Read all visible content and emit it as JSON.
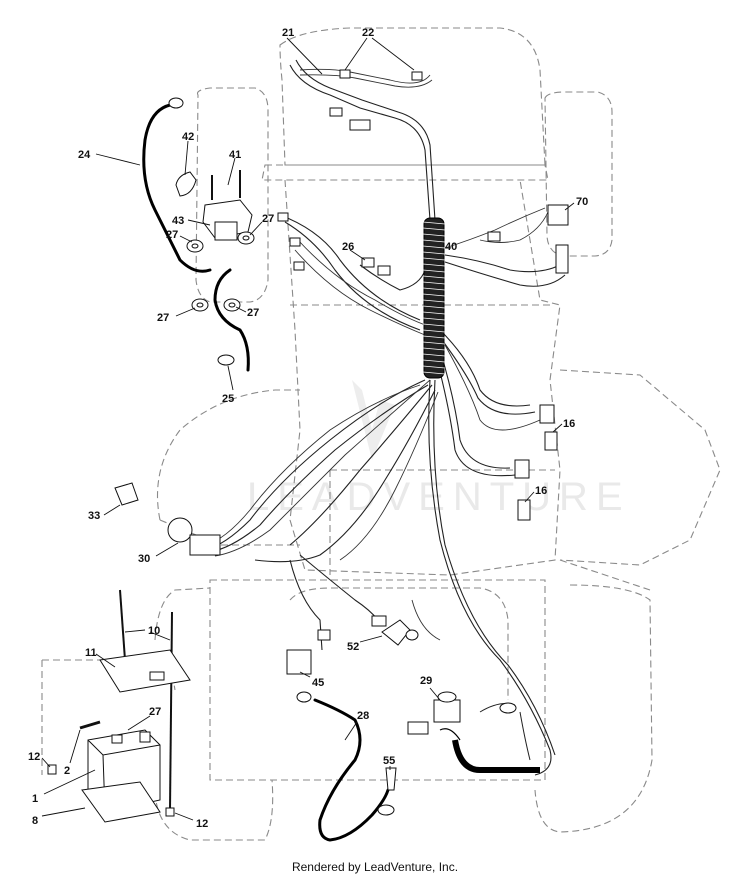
{
  "footer": "Rendered by LeadVenture, Inc.",
  "watermark": "LEADVENTURE",
  "callouts": [
    "21",
    "22",
    "24",
    "42",
    "41",
    "43",
    "27",
    "27",
    "27",
    "27",
    "26",
    "40",
    "70",
    "25",
    "16",
    "16",
    "33",
    "30",
    "10",
    "11",
    "29",
    "52",
    "45",
    "28",
    "27",
    "12",
    "2",
    "1",
    "8",
    "12",
    "55"
  ]
}
